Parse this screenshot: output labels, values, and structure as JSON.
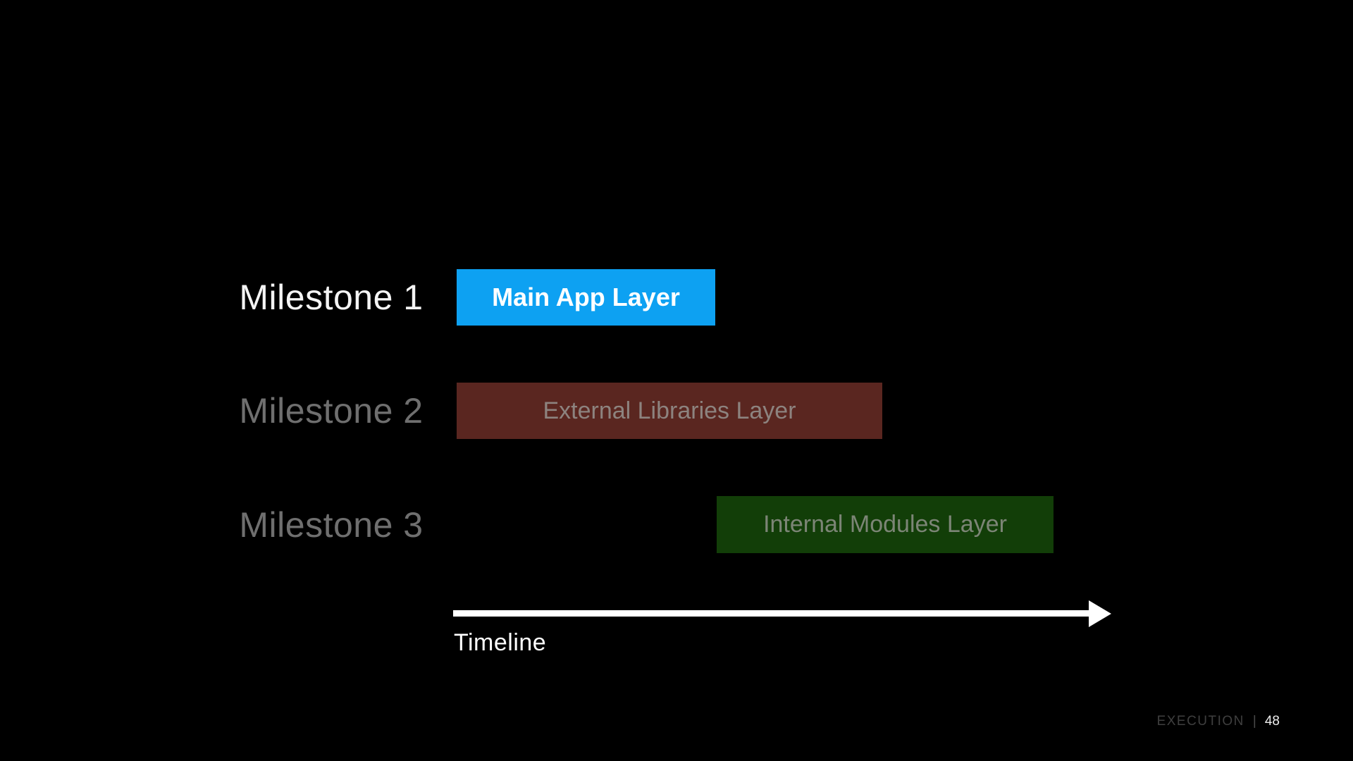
{
  "slide": {
    "background": "#000000",
    "gantt": {
      "rows": [
        {
          "milestone": "Milestone 1",
          "bar_label": "Main App Layer",
          "bar_color": "#0da1f2",
          "bar_text_color": "#ffffff",
          "label_color": "#f4f4f4",
          "state": "active"
        },
        {
          "milestone": "Milestone 2",
          "bar_label": "External Libraries Layer",
          "bar_color": "#5a2620",
          "bar_text_color": "#8d837f",
          "label_color": "#6f6f6f",
          "state": "dimmed"
        },
        {
          "milestone": "Milestone 3",
          "bar_label": "Internal Modules Layer",
          "bar_color": "#123e08",
          "bar_text_color": "#7c8576",
          "label_color": "#6f6f6f",
          "state": "dimmed"
        }
      ],
      "axis": {
        "label": "Timeline",
        "arrow_color": "#ffffff"
      }
    },
    "footer": {
      "section": "EXECUTION",
      "separator": "|",
      "page": "48"
    }
  }
}
